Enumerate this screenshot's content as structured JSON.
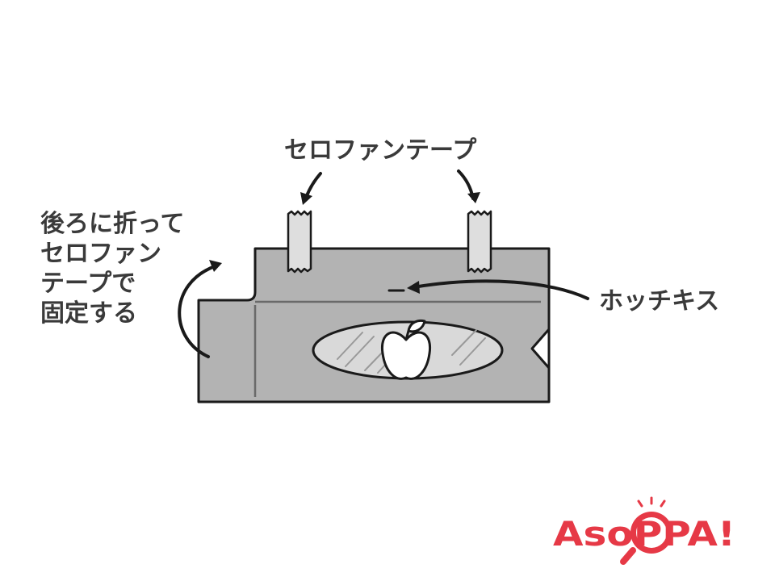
{
  "labels": {
    "cellophane_tape": "セロファンテープ",
    "fold_back_lines": [
      "後ろに折って",
      "セロファン",
      "テープで",
      "固定する"
    ],
    "stapler": "ホッチキス"
  },
  "logo": {
    "text": "AsoPPA!",
    "color": "#e63946"
  },
  "colors": {
    "envelope_fill": "#b3b3b3",
    "outline": "#1a1a1a",
    "window_fill": "#d9d9d9",
    "text": "#3a3a3a"
  }
}
